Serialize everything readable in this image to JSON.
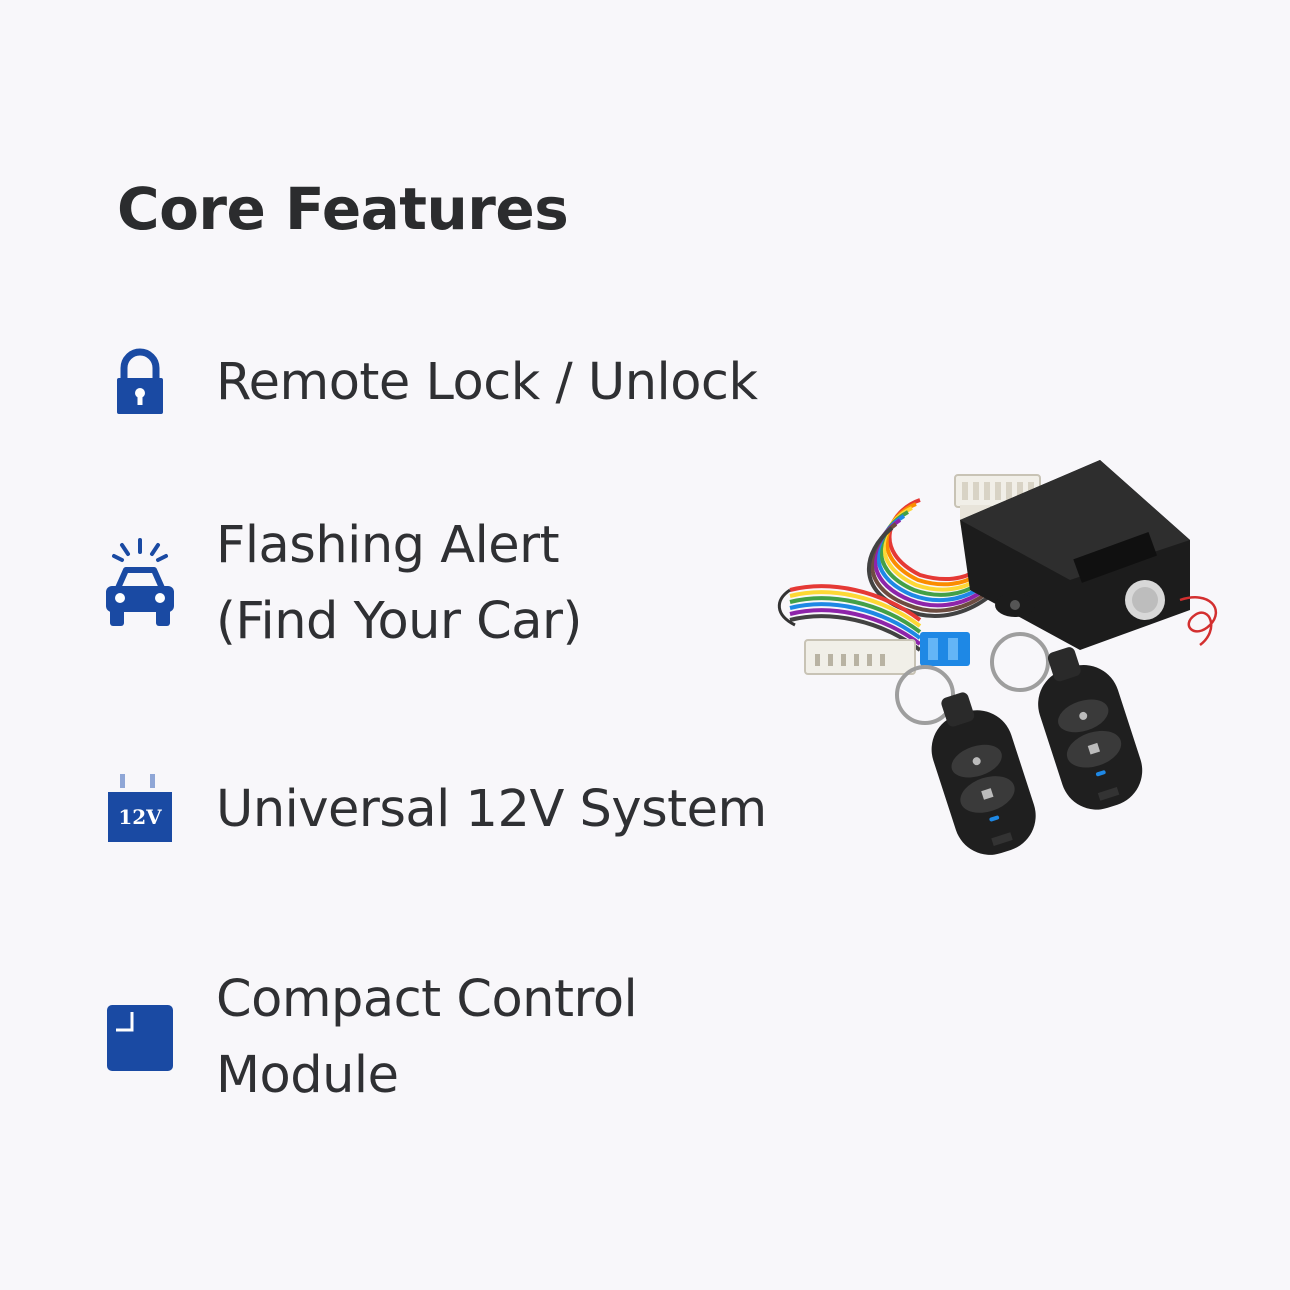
{
  "title": "Core Features",
  "accent_color": "#1a4aa3",
  "features": [
    {
      "icon": "padlock-icon",
      "lines": [
        "Remote Lock / Unlock"
      ]
    },
    {
      "icon": "car-alert-icon",
      "lines": [
        "Flashing Alert",
        "(Find Your Car)"
      ]
    },
    {
      "icon": "battery-12v-icon",
      "badge": "12V",
      "lines": [
        "Universal 12V System"
      ]
    },
    {
      "icon": "module-box-icon",
      "lines": [
        "Compact Control Module"
      ]
    }
  ],
  "product_image": "car-keyless-entry-kit-photo"
}
